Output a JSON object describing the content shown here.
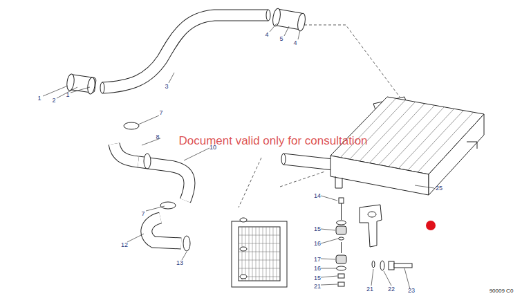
{
  "diagram": {
    "labels": [
      "1",
      "2",
      "1",
      "3",
      "4",
      "5",
      "4",
      "7",
      "8",
      "10",
      "7",
      "12",
      "13",
      "14",
      "15",
      "16",
      "17",
      "16",
      "15",
      "21",
      "21",
      "22",
      "23",
      "25",
      "90009 C0",
      "Document valid only for consultation"
    ]
  }
}
